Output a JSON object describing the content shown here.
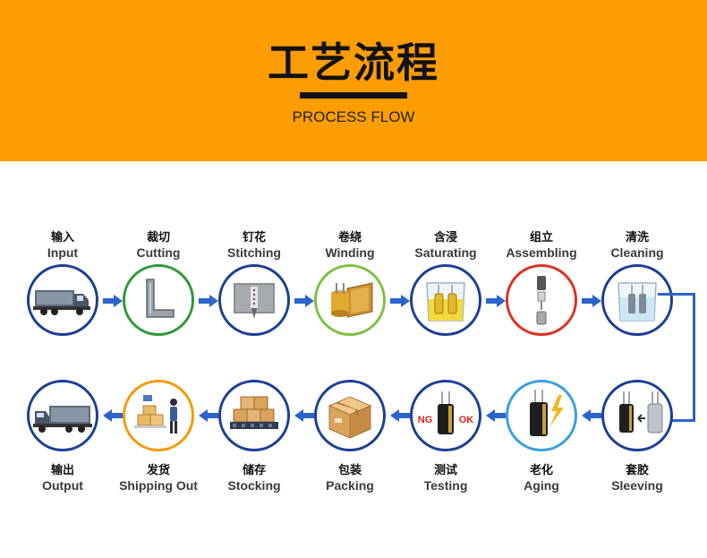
{
  "header": {
    "title": "工艺流程",
    "subtitle": "PROCESS FLOW"
  },
  "colors": {
    "banner": "#fd9d02",
    "circle_default": "#1b3f95",
    "circle_cutting": "#2e9a3a",
    "circle_winding": "#7cc242",
    "circle_assembling": "#e03020",
    "circle_aging": "#3aa0e0",
    "circle_shipping": "#f59a0c",
    "arrow": "#2b63c9"
  },
  "flow": {
    "top_row": [
      {
        "cn": "输入",
        "en": "Input",
        "icon": "truck-icon"
      },
      {
        "cn": "裁切",
        "en": "Cutting",
        "icon": "cutter-icon"
      },
      {
        "cn": "钉花",
        "en": "Stitching",
        "icon": "stitching-icon"
      },
      {
        "cn": "卷绕",
        "en": "Winding",
        "icon": "winding-icon"
      },
      {
        "cn": "含浸",
        "en": "Saturating",
        "icon": "beaker-icon"
      },
      {
        "cn": "组立",
        "en": "Assembling",
        "icon": "assembly-icon"
      },
      {
        "cn": "清洗",
        "en": "Cleaning",
        "icon": "cleaning-beaker-icon"
      }
    ],
    "bottom_row": [
      {
        "cn": "输出",
        "en": "Output",
        "icon": "truck-icon"
      },
      {
        "cn": "发货",
        "en": "Shipping Out",
        "icon": "shipping-icon"
      },
      {
        "cn": "储存",
        "en": "Stocking",
        "icon": "boxes-icon"
      },
      {
        "cn": "包装",
        "en": "Packing",
        "icon": "package-icon"
      },
      {
        "cn": "测试",
        "en": "Testing",
        "icon": "capacitor-test-icon",
        "badge_ng": "NG",
        "badge_ok": "OK"
      },
      {
        "cn": "老化",
        "en": "Aging",
        "icon": "capacitor-lightning-icon"
      },
      {
        "cn": "套胶",
        "en": "Sleeving",
        "icon": "sleeving-icon"
      }
    ]
  }
}
